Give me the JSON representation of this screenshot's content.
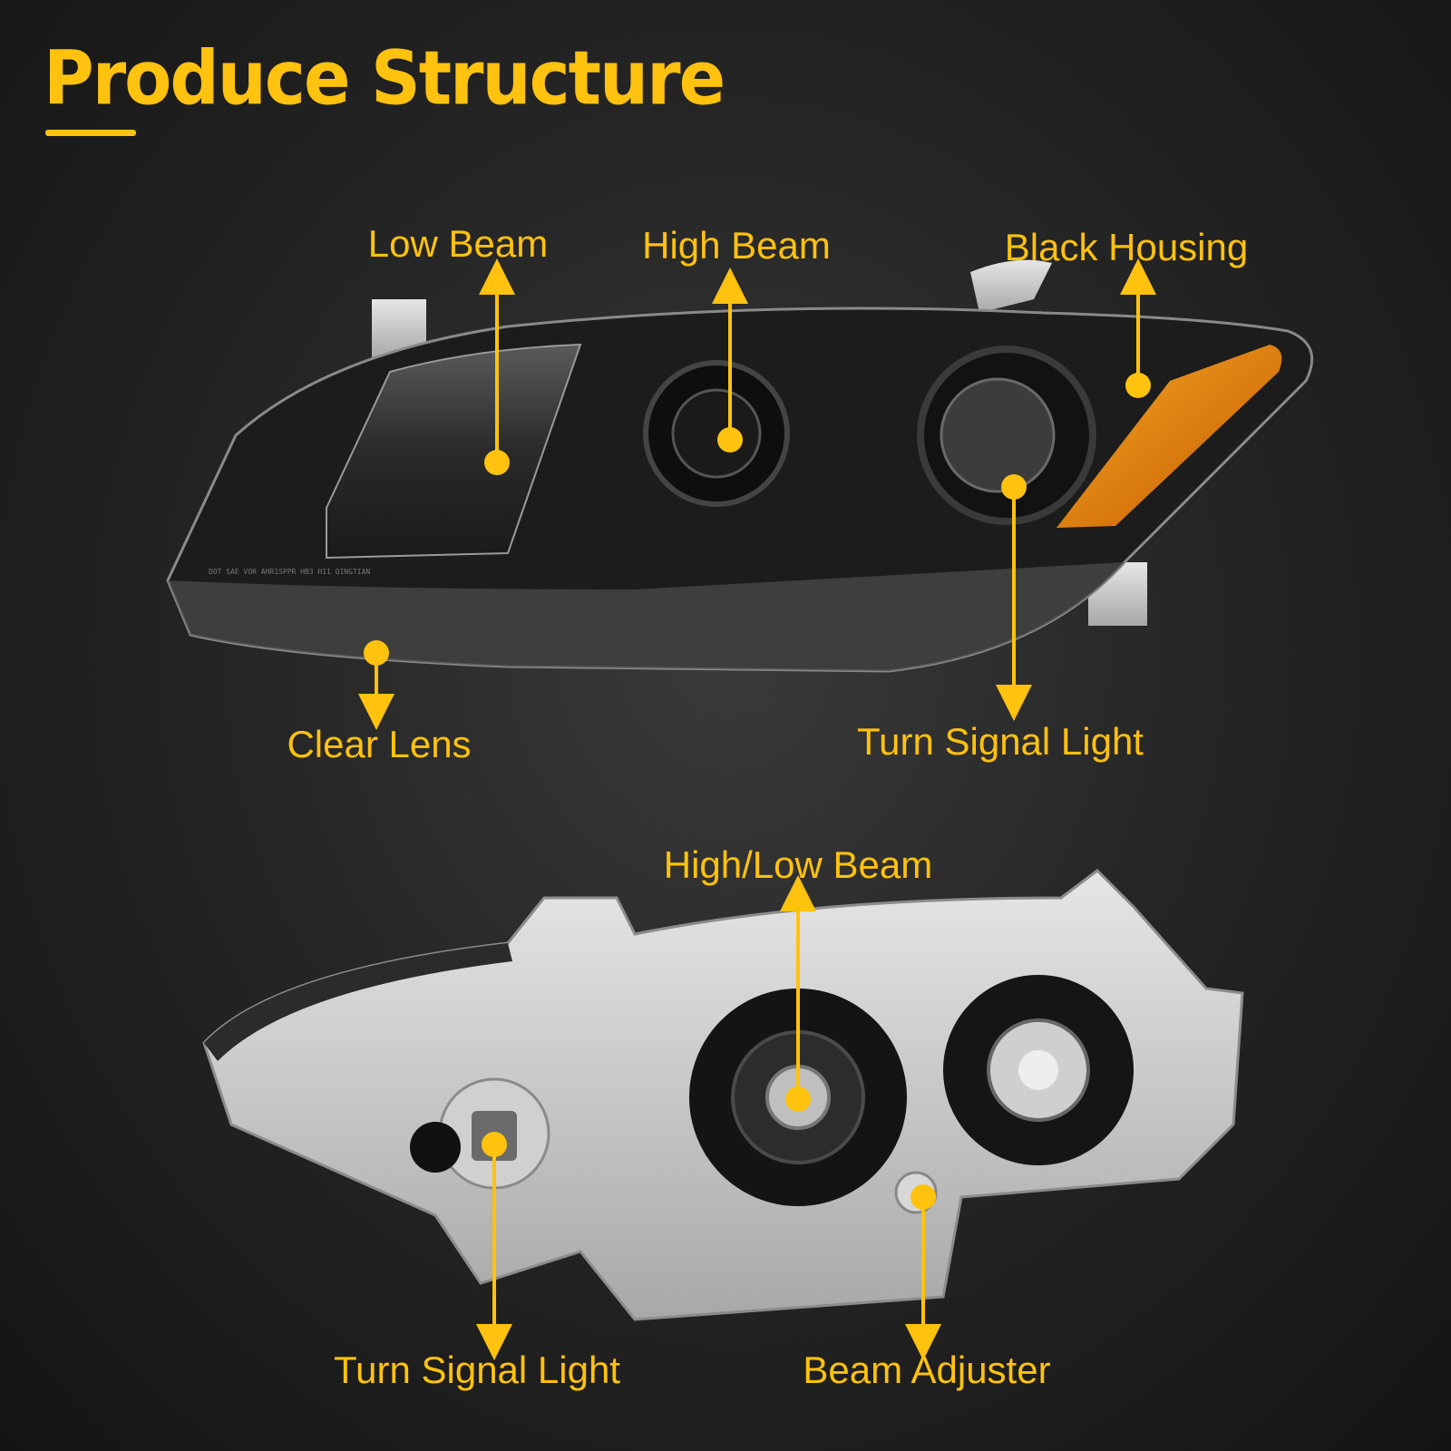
{
  "title": "Produce Structure",
  "accent_color": "#FFC20E",
  "front_view": {
    "labels": {
      "low_beam": "Low Beam",
      "high_beam": "High Beam",
      "black_housing": "Black Housing",
      "clear_lens": "Clear Lens",
      "turn_signal_light": "Turn Signal Light"
    },
    "lens_marking": "DOT SAE VOR AHR1SPPR HB3 H11 QINGTIAN"
  },
  "back_view": {
    "labels": {
      "high_low_beam": "High/Low Beam",
      "turn_signal_light": "Turn Signal Light",
      "beam_adjuster": "Beam Adjuster"
    }
  }
}
